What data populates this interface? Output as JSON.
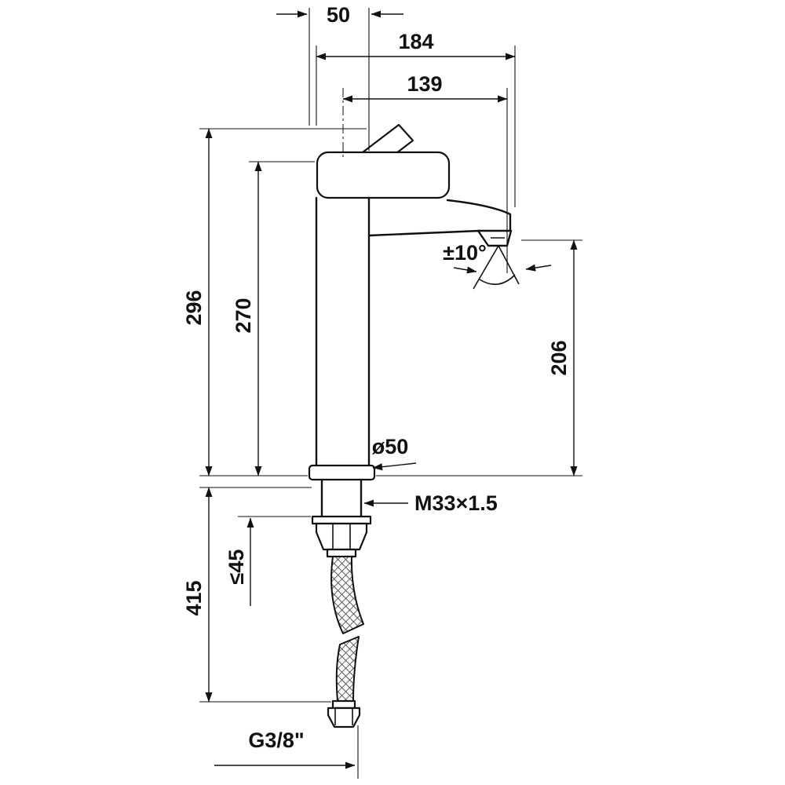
{
  "drawing": {
    "dimensions": {
      "handle_width": "50",
      "overall_depth": "184",
      "spout_reach": "139",
      "overall_height": "296",
      "body_height": "270",
      "spout_height": "206",
      "spout_angle": "±10°",
      "base_diameter": "ø50",
      "mounting_thread": "M33×1.5",
      "max_deck_thickness": "≤45",
      "below_deck_length": "415",
      "hose_connection": "G3/8\""
    },
    "colors": {
      "line": "#111111",
      "background": "#ffffff"
    }
  }
}
